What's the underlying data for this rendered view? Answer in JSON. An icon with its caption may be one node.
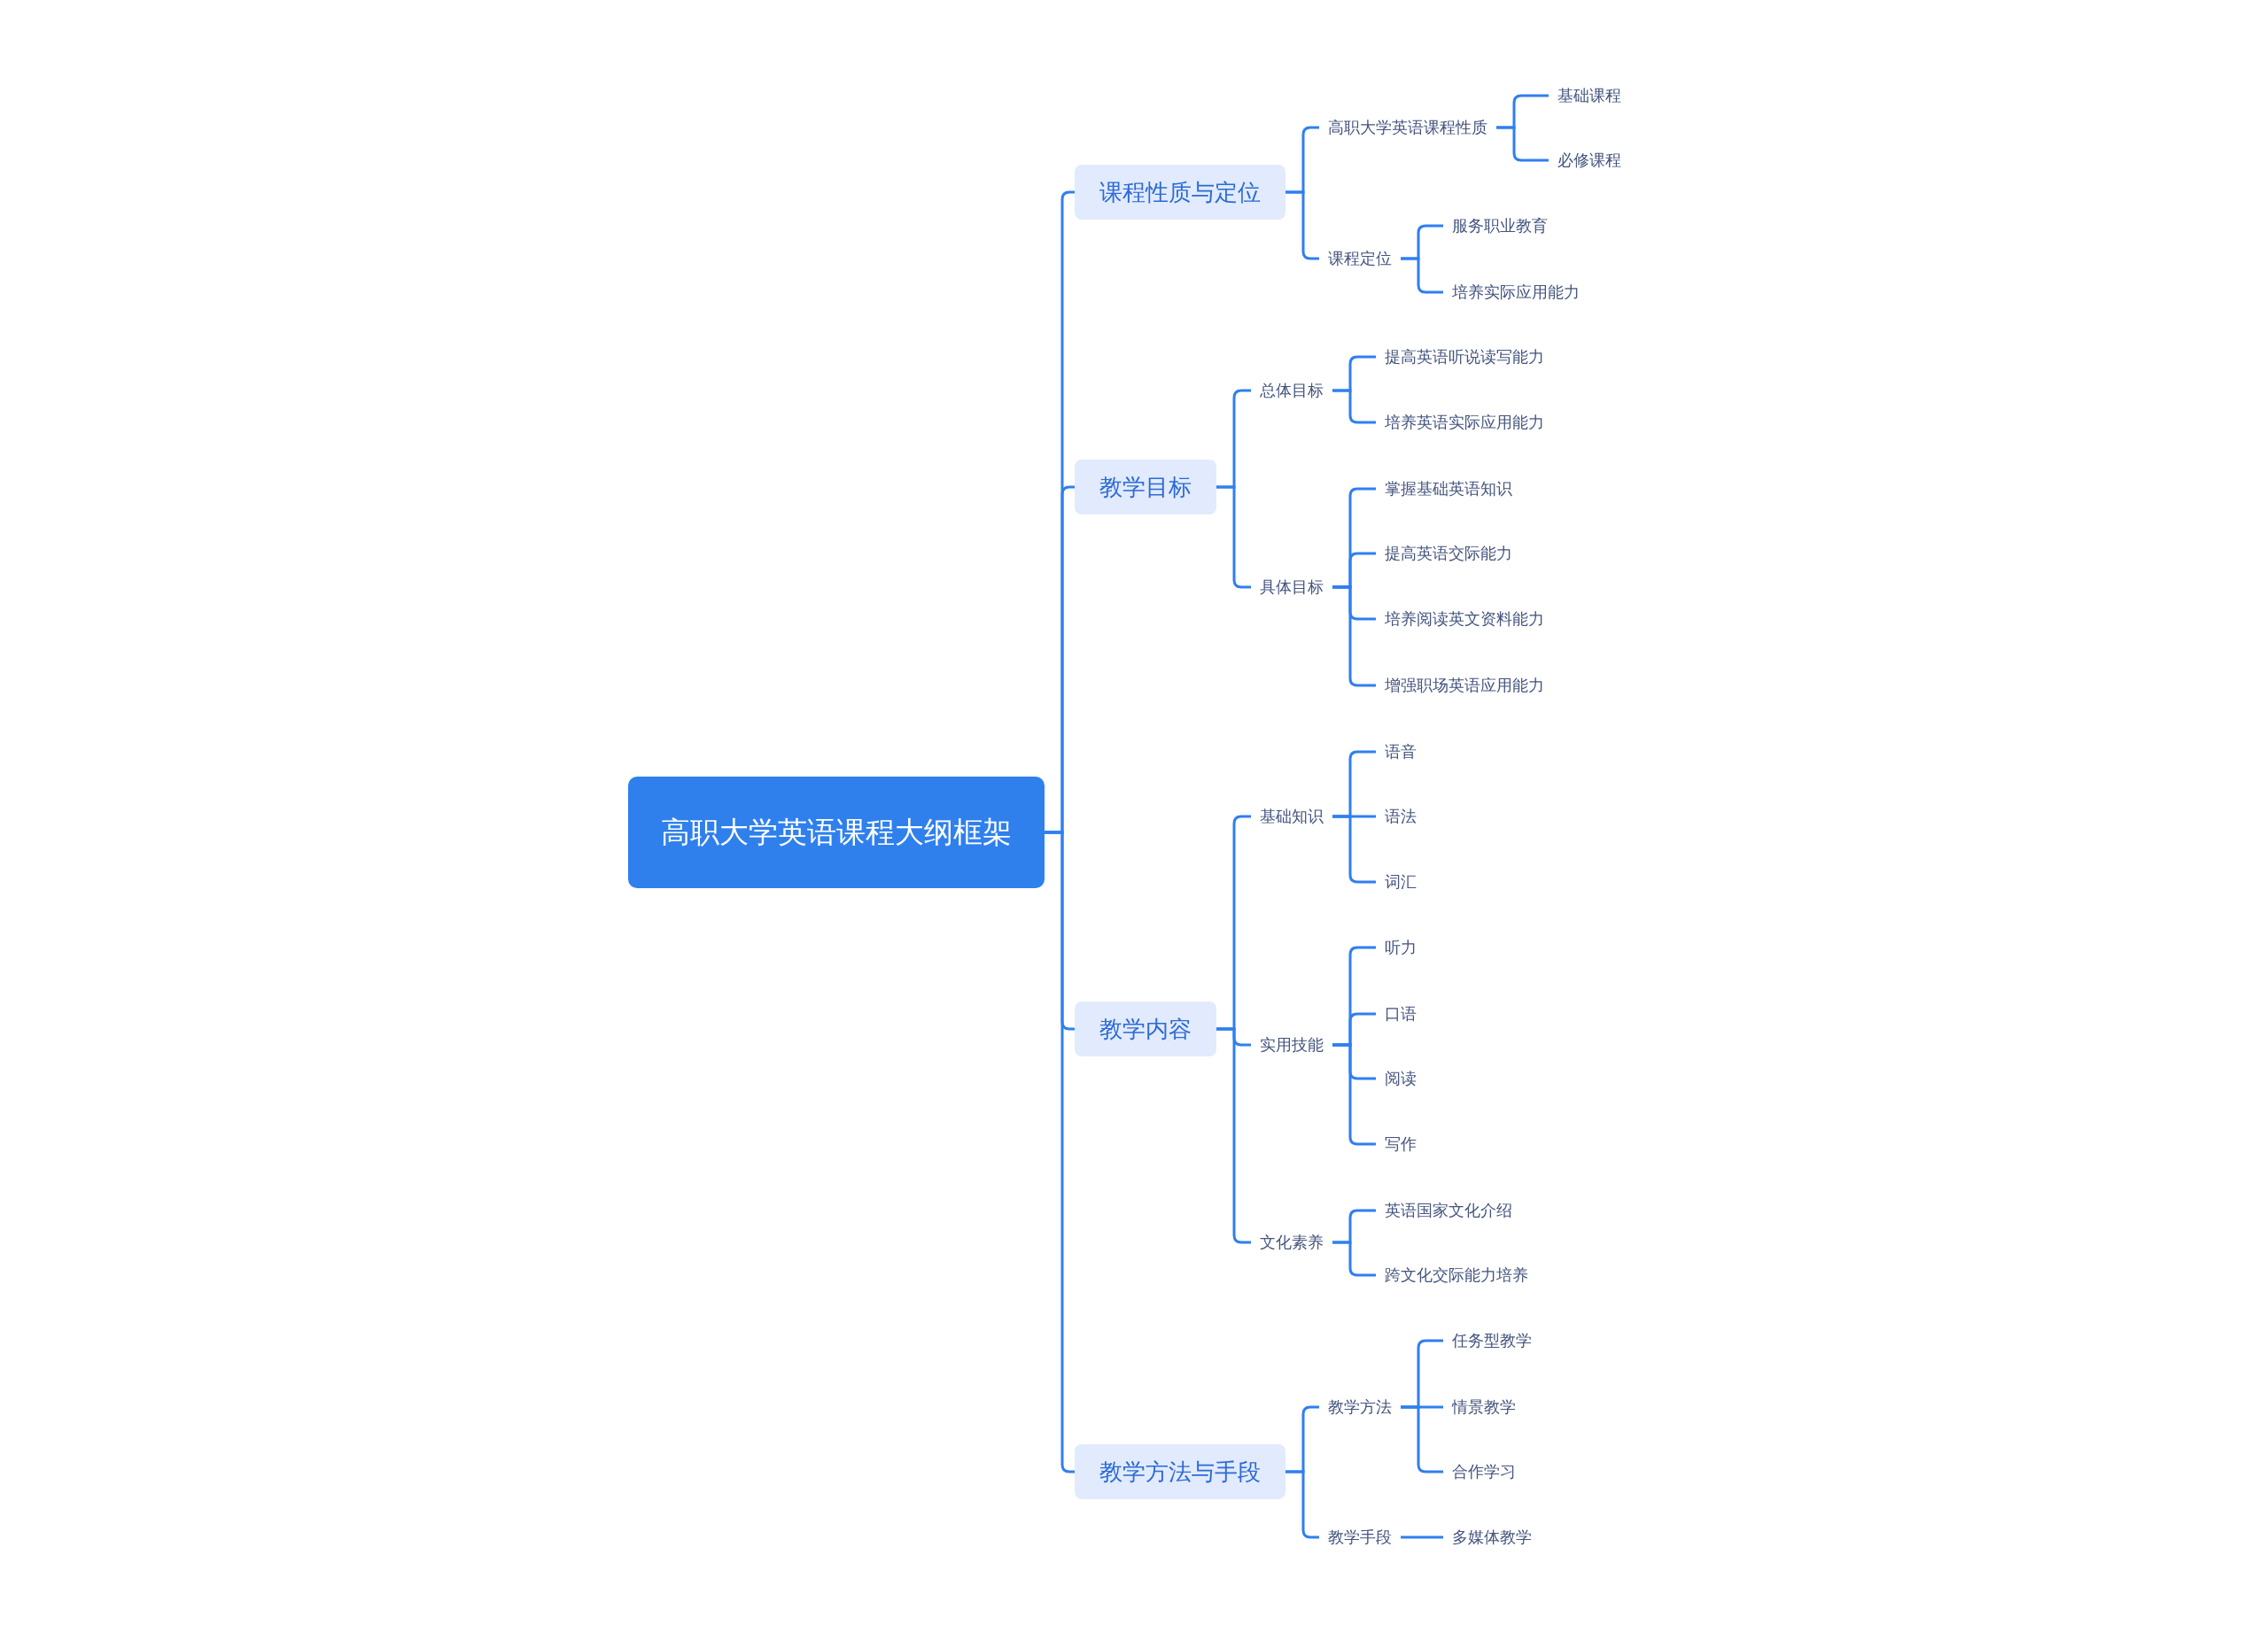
{
  "diagram": {
    "nodes": [
      {
        "text": [
          "高职大学英语课程大纲框架"
        ]
      },
      {
        "text": [
          "课程性质与定位"
        ]
      },
      {
        "text": [
          "高职大学英语课程性质"
        ]
      },
      {
        "text": [
          "基础课程"
        ]
      },
      {
        "text": [
          "必修课程"
        ]
      },
      {
        "text": [
          "课程定位"
        ]
      },
      {
        "text": [
          "服务职业教育"
        ]
      },
      {
        "text": [
          "培养实际应用能力"
        ]
      },
      {
        "text": [
          "教学目标"
        ]
      },
      {
        "text": [
          "总体目标"
        ]
      },
      {
        "text": [
          "提高英语听说读写能力"
        ]
      },
      {
        "text": [
          "培养英语实际应用能力"
        ]
      },
      {
        "text": [
          "具体目标"
        ]
      },
      {
        "text": [
          "掌握基础英语知识"
        ]
      },
      {
        "text": [
          "提高英语交际能力"
        ]
      },
      {
        "text": [
          "培养阅读英文资料能力"
        ]
      },
      {
        "text": [
          "增强职场英语应用能力"
        ]
      },
      {
        "text": [
          "教学内容"
        ]
      },
      {
        "text": [
          "基础知识"
        ]
      },
      {
        "text": [
          "语音"
        ]
      },
      {
        "text": [
          "语法"
        ]
      },
      {
        "text": [
          "词汇"
        ]
      },
      {
        "text": [
          "实用技能"
        ]
      },
      {
        "text": [
          "听力"
        ]
      },
      {
        "text": [
          "口语"
        ]
      },
      {
        "text": [
          "阅读"
        ]
      },
      {
        "text": [
          "写作"
        ]
      },
      {
        "text": [
          "文化素养"
        ]
      },
      {
        "text": [
          "英语国家文化介绍"
        ]
      },
      {
        "text": [
          "跨文化交际能力培养"
        ]
      },
      {
        "text": [
          "教学方法与手段"
        ]
      },
      {
        "text": [
          "教学方法"
        ]
      },
      {
        "text": [
          "任务型教学"
        ]
      },
      {
        "text": [
          "情景教学"
        ]
      },
      {
        "text": [
          "合作学习"
        ]
      },
      {
        "text": [
          "教学手段"
        ]
      },
      {
        "text": [
          "多媒体教学"
        ]
      }
    ],
    "edges": [
      {
        "from": 0,
        "to": 1,
        "arrow": "none"
      },
      {
        "from": 1,
        "to": 2,
        "arrow": "none"
      },
      {
        "from": 2,
        "to": 3,
        "arrow": "none"
      },
      {
        "from": 2,
        "to": 4,
        "arrow": "none"
      },
      {
        "from": 1,
        "to": 5,
        "arrow": "none"
      },
      {
        "from": 5,
        "to": 6,
        "arrow": "none"
      },
      {
        "from": 5,
        "to": 7,
        "arrow": "none"
      },
      {
        "from": 0,
        "to": 8,
        "arrow": "none"
      },
      {
        "from": 8,
        "to": 9,
        "arrow": "none"
      },
      {
        "from": 9,
        "to": 10,
        "arrow": "none"
      },
      {
        "from": 9,
        "to": 11,
        "arrow": "none"
      },
      {
        "from": 8,
        "to": 12,
        "arrow": "none"
      },
      {
        "from": 12,
        "to": 13,
        "arrow": "none"
      },
      {
        "from": 12,
        "to": 14,
        "arrow": "none"
      },
      {
        "from": 12,
        "to": 15,
        "arrow": "none"
      },
      {
        "from": 12,
        "to": 16,
        "arrow": "none"
      },
      {
        "from": 0,
        "to": 17,
        "arrow": "none"
      },
      {
        "from": 17,
        "to": 18,
        "arrow": "none"
      },
      {
        "from": 18,
        "to": 19,
        "arrow": "none"
      },
      {
        "from": 18,
        "to": 20,
        "arrow": "none"
      },
      {
        "from": 18,
        "to": 21,
        "arrow": "none"
      },
      {
        "from": 17,
        "to": 22,
        "arrow": "none"
      },
      {
        "from": 22,
        "to": 23,
        "arrow": "none"
      },
      {
        "from": 22,
        "to": 24,
        "arrow": "none"
      },
      {
        "from": 22,
        "to": 25,
        "arrow": "none"
      },
      {
        "from": 22,
        "to": 26,
        "arrow": "none"
      },
      {
        "from": 17,
        "to": 27,
        "arrow": "none"
      },
      {
        "from": 27,
        "to": 28,
        "arrow": "none"
      },
      {
        "from": 27,
        "to": 29,
        "arrow": "none"
      },
      {
        "from": 0,
        "to": 30,
        "arrow": "none"
      },
      {
        "from": 30,
        "to": 31,
        "arrow": "none"
      },
      {
        "from": 31,
        "to": 32,
        "arrow": "none"
      },
      {
        "from": 31,
        "to": 33,
        "arrow": "none"
      },
      {
        "from": 31,
        "to": 34,
        "arrow": "none"
      },
      {
        "from": 30,
        "to": 35,
        "arrow": "none"
      },
      {
        "from": 35,
        "to": 36,
        "arrow": "none"
      }
    ]
  }
}
